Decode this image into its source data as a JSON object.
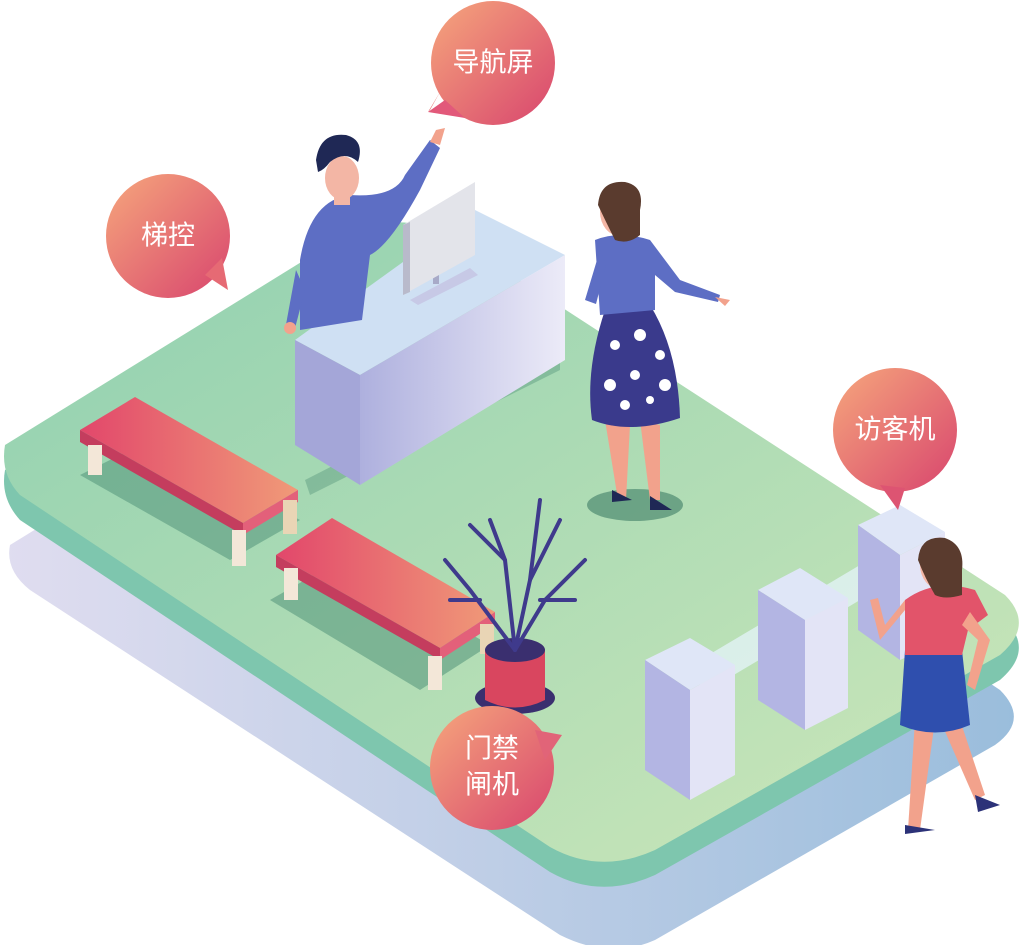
{
  "scene": {
    "description_labels": {
      "nav_screen": "导航屏",
      "elevator_control": "梯控",
      "visitor_machine": "访客机",
      "access_gate_line1": "门禁",
      "access_gate_line2": "闸机"
    }
  },
  "colors": {
    "floor_top": "#a6d8b3",
    "floor_edge": "#7cc7b2",
    "shadow_base": "#b9bfe0",
    "bubble_start": "#f4a07a",
    "bubble_end": "#d94a6e",
    "bench": "#e2546a",
    "desk": "#d6d3ee",
    "gate": "#bfc2ea",
    "person_blue": "#5468c2",
    "skin": "#f2a28c"
  }
}
